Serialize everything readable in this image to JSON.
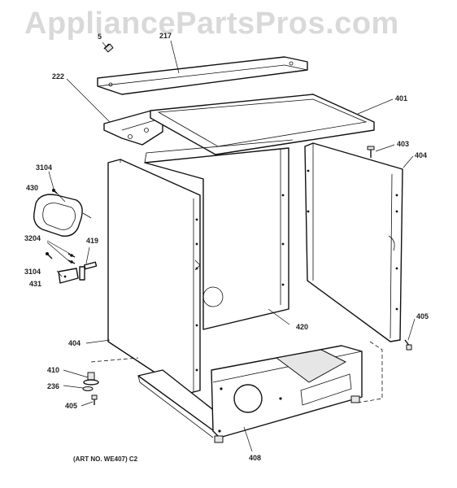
{
  "watermark": "AppliancePartsPros.com",
  "art_number": "(ART NO. WE407) C2",
  "part_labels": {
    "p5": "5",
    "p217": "217",
    "p222": "222",
    "p401": "401",
    "p403": "403",
    "p404_right": "404",
    "p3104_top": "3104",
    "p430": "430",
    "p3204": "3204",
    "p419": "419",
    "p3104_bottom": "3104",
    "p431": "431",
    "p420": "420",
    "p405_right": "405",
    "p404_left": "404",
    "p410": "410",
    "p236": "236",
    "p405_left": "405",
    "p408": "408"
  }
}
